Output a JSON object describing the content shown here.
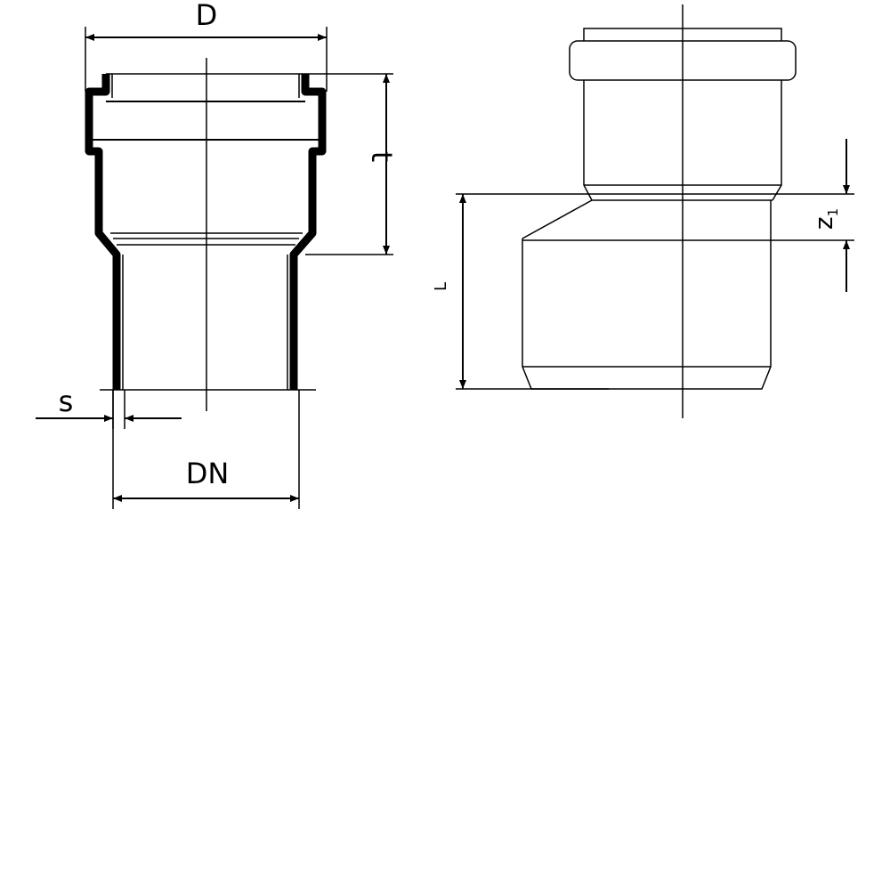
{
  "labels": {
    "outer_diameter": "D",
    "socket_depth": "t",
    "wall_thickness": "s",
    "nominal_diameter": "DN",
    "length": "L",
    "offset": "z",
    "offset_subscript": "1"
  },
  "colors": {
    "line": "#000000",
    "background": "#ffffff"
  }
}
